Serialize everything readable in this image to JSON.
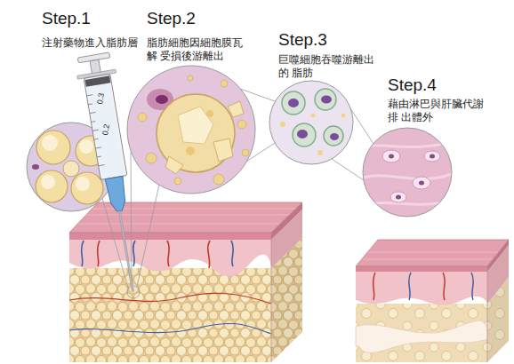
{
  "diagram": {
    "labels": [
      "Step.1",
      "注射藥物進入脂肪層",
      "Step.2",
      "脂肪細胞因細胞膜瓦解 受損後游離出",
      "Step.3",
      "巨噬細胞吞噬游離出的 脂肪",
      "Step.4",
      "藉由淋巴與肝臟代謝排 出體外",
      "0.3",
      "0.2"
    ]
  }
}
